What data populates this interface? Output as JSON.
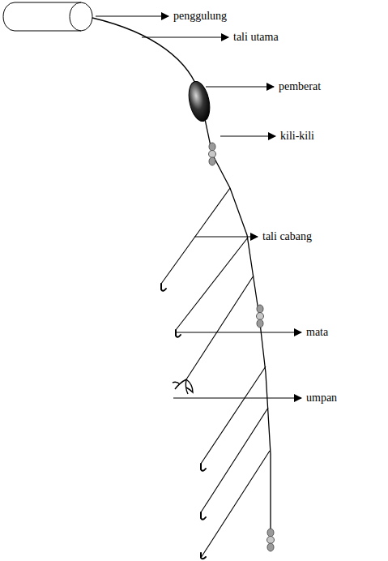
{
  "diagram": {
    "labels": [
      "penggulung",
      "tali utama",
      "pemberat",
      "kili-kili",
      "tali cabang",
      "mata",
      "umpan"
    ]
  }
}
